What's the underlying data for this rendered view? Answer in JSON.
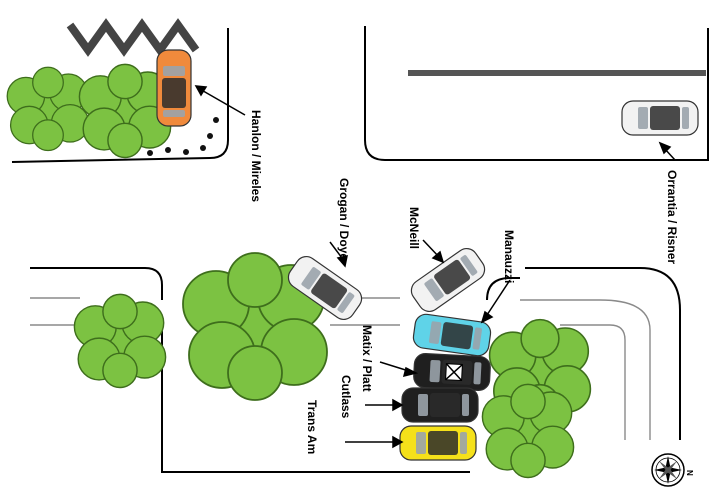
{
  "diagram": {
    "labels": {
      "hanlon_mireles": "Hanlon / Mireles",
      "grogan_doye": "Grogan / Doye",
      "mcneill": "McNeill",
      "manauzzi": "Manauzzi",
      "orrantia_risner": "Orrantia / Risner",
      "matix_platt": "Matix / Platt",
      "cutlass": "Cutlass",
      "trans_am": "Trans Am",
      "compass_n": "N"
    },
    "colors": {
      "road_line": "#000000",
      "lane_line": "#8a8a8a",
      "tree": "#7cc242",
      "tree_shadow": "#4f8a26",
      "car_orange": "#f08a3c",
      "car_white": "#f2f2f2",
      "car_cyan": "#5fd3e8",
      "car_black": "#1f1f1f",
      "car_yellow": "#f5e11a"
    }
  }
}
